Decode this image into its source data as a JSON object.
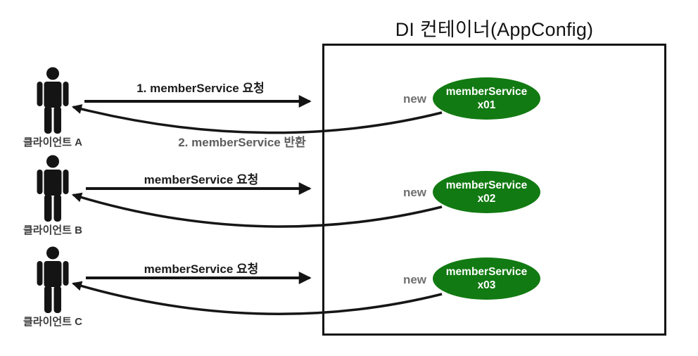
{
  "title": "DI 컨테이너(AppConfig)",
  "colors": {
    "bean_green": "#127a12",
    "bean_text": "#ffffff",
    "line_black": "#141414",
    "new_gray": "#707070",
    "return_label_gray": "#5d5d5d"
  },
  "clients": [
    {
      "label": "클라이언트 A"
    },
    {
      "label": "클라이언트 B"
    },
    {
      "label": "클라이언트 C"
    }
  ],
  "requests": [
    {
      "label": "1. memberService 요청"
    },
    {
      "label": "memberService 요청"
    },
    {
      "label": "memberService 요청"
    }
  ],
  "returns": [
    {
      "label": "2. memberService 반환"
    }
  ],
  "container": {
    "beans": [
      {
        "new_label": "new",
        "line1": "memberService",
        "line2": "x01"
      },
      {
        "new_label": "new",
        "line1": "memberService",
        "line2": "x02"
      },
      {
        "new_label": "new",
        "line1": "memberService",
        "line2": "x03"
      }
    ]
  }
}
